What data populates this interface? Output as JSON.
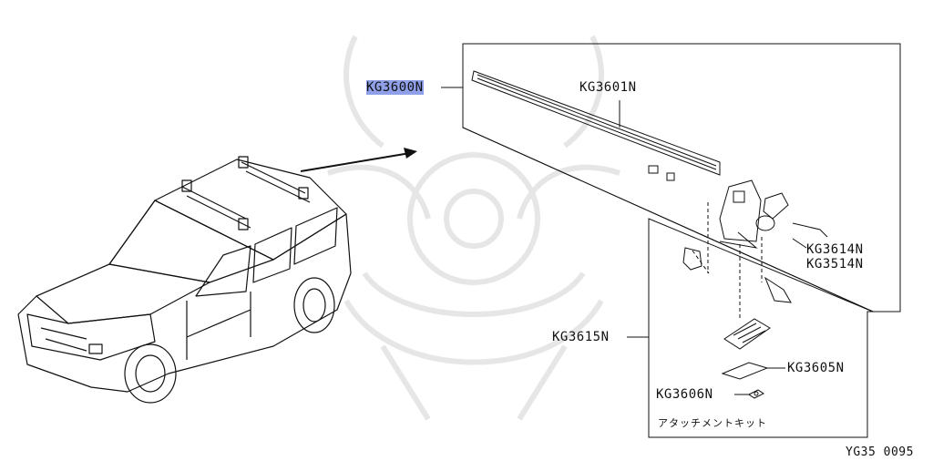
{
  "parts": {
    "main_assembly": "KG3600N",
    "rail": "KG3601N",
    "bracket_a": "KG3614N",
    "bracket_b": "KG3514N",
    "attachment_kit": "KG3615N",
    "pad": "KG3605N",
    "clip": "KG3606N"
  },
  "kit_caption": "アタッチメントキット",
  "figure_code": "YG35 0095",
  "highlight_color": "#8fa0e8",
  "line_color": "#111111",
  "watermark_color": "#e6e6e6"
}
